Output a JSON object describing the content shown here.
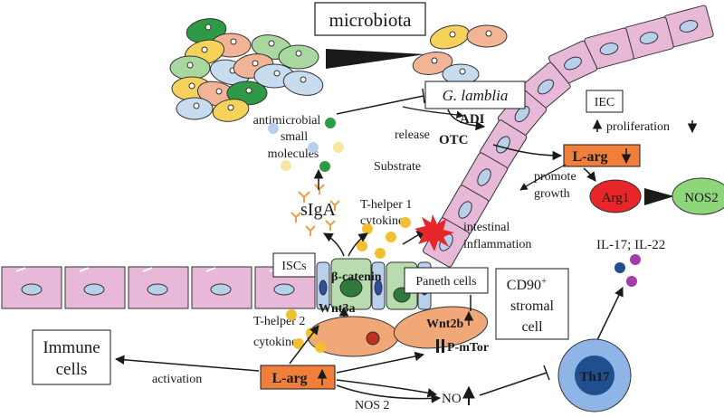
{
  "labels": {
    "microbiota": "microbiota",
    "g_lamblia": "G. lamblia",
    "antimicrobial_line1": "antimicrobial",
    "antimicrobial_line2": "small",
    "antimicrobial_line3": "molecules",
    "release": "release",
    "adi": "ADI",
    "otc": "OTC",
    "substrate": "Substrate",
    "iec": "IEC",
    "proliferation": "proliferation",
    "l_arg_top": "L-arg",
    "promote_line1": "promote",
    "promote_line2": "growth",
    "arg1": "Arg1",
    "nos2_right": "NOS2",
    "t_helper1_line1": "T-helper 1",
    "t_helper1_line2": "cytokines",
    "siga": "sIgA",
    "inflammation_line1": "intestinal",
    "inflammation_line2": "inflammation",
    "il17": "IL-17; IL-22",
    "iscs": "ISCs",
    "beta_catenin": "β-catenin",
    "paneth": "Paneth cells",
    "cd90_line1": "CD90",
    "cd90_sup": "+",
    "cd90_line2": "stromal",
    "cd90_line3": "cell",
    "wnt3a": "Wnt3a",
    "t_helper2_line1": "T-helper 2",
    "t_helper2_line2": "cytokines",
    "wnt2b": "Wnt2b",
    "pmtor": "P-mTor",
    "immune_line1": "Immune",
    "immune_line2": "cells",
    "activation": "activation",
    "l_arg_bottom": "L-arg",
    "nos2_bottom": "NOS 2",
    "no": "NO",
    "th17": "Th17"
  },
  "colors": {
    "epithelium": "#e8b8d8",
    "nucleus": "#b8d0ec",
    "stem_cell": "#b8dcb0",
    "stem_nucleus": "#2f7a3a",
    "paneth_blue": "#2a4f9e",
    "stromal": "#f0a878",
    "larg_box": "#ef7f3a",
    "arg1": "#e8262a",
    "nos2": "#8ed67a",
    "th17_outer": "#8fb4e6",
    "th17_inner": "#1f4f8f",
    "microbe_yellow": "#f7d25a",
    "microbe_orange": "#f2b496",
    "microbe_green": "#a8d8a0",
    "microbe_blue": "#c8dcf0",
    "microbe_dark": "#2f9a46"
  }
}
